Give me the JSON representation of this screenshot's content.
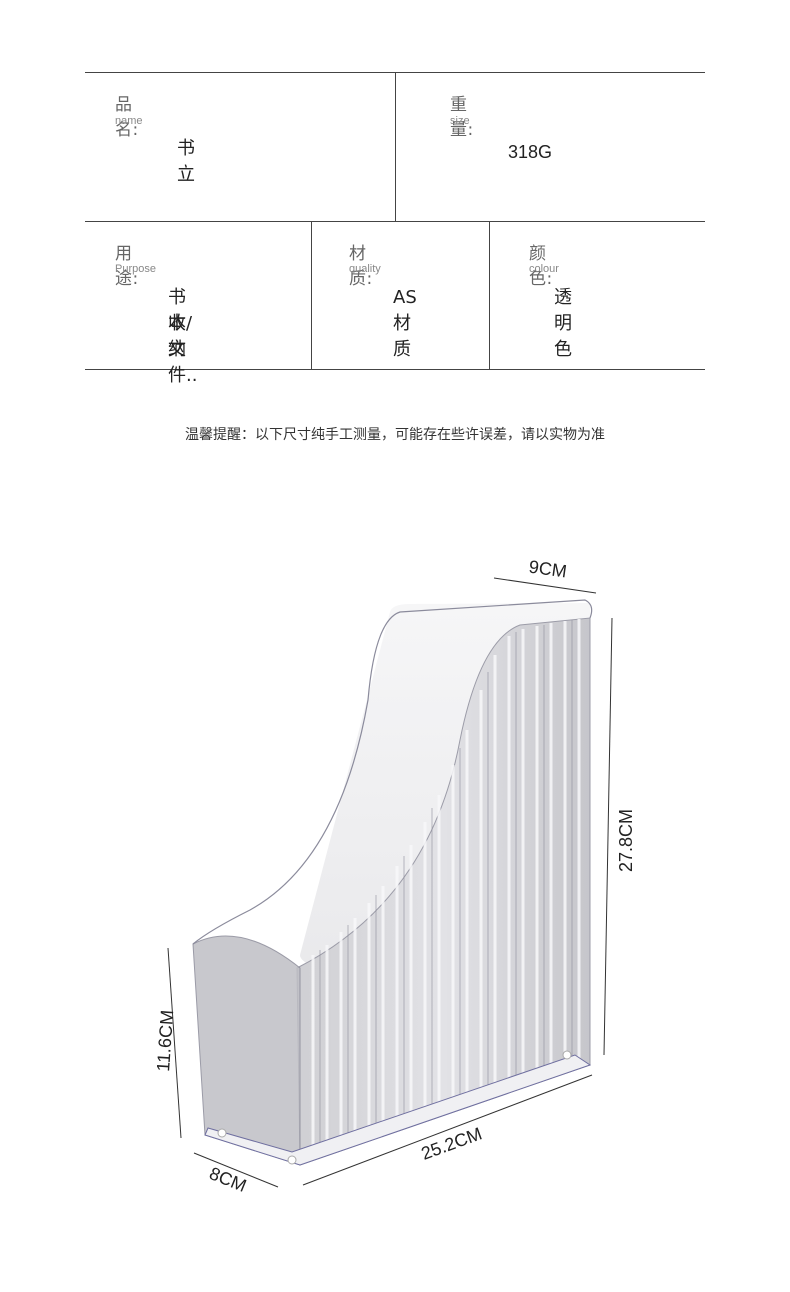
{
  "specs": {
    "name": {
      "label_cn": "品名:",
      "label_en": "name",
      "value": "书立"
    },
    "weight": {
      "label_cn": "重量:",
      "label_en": "size",
      "value": "318G"
    },
    "purpose": {
      "label_cn": "用途:",
      "label_en": "Purpose",
      "value_line1": "书本/文件..",
      "value_line2": "收纳"
    },
    "material": {
      "label_cn": "材质:",
      "label_en": "quality",
      "value": "AS材质"
    },
    "color": {
      "label_cn": "颜色:",
      "label_en": "colour",
      "value": "透明色"
    }
  },
  "note": "温馨提醒：以下尺寸纯手工测量，可能存在些许误差，请以实物为准",
  "dimensions": {
    "width": "9CM",
    "height": "27.8CM",
    "front_height": "11.6CM",
    "depth": "8CM",
    "length": "25.2CM"
  }
}
